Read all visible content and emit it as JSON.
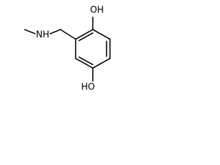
{
  "molecule": {
    "atoms": {
      "oh_top": "OH",
      "oh_bottom": "HO",
      "nh": "NH"
    }
  },
  "colors": {
    "background": "#ffffff",
    "bond": "#000000",
    "label": "#000000"
  }
}
